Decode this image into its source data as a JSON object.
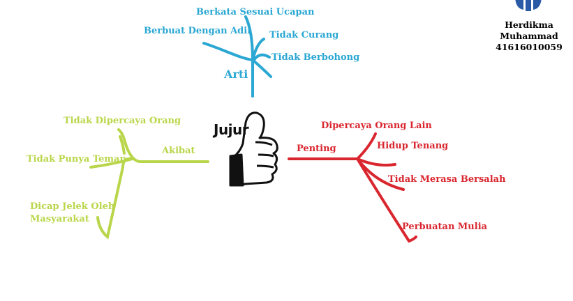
{
  "center": {
    "title": "Jujur"
  },
  "author": {
    "name_line1": "Herdikma",
    "name_line2": "Muhammad",
    "id": "41616010059"
  },
  "colors": {
    "arti": "#2aa7d3",
    "akibat": "#b9d64a",
    "penting": "#d9262f"
  },
  "arti": {
    "label": "Arti",
    "items": [
      "Berkata Sesuai Ucapan",
      "Berbuat Dengan Adil",
      "Tidak Curang",
      "Tidak Berbohong"
    ]
  },
  "akibat": {
    "label": "Akibat",
    "items": [
      "Tidak Dipercaya Orang",
      "Tidak Punya Teman",
      "Dicap Jelek Oleh",
      "Masyarakat"
    ]
  },
  "penting": {
    "label": "Penting",
    "items": [
      "Dipercaya Orang Lain",
      "Hidup Tenang",
      "Tidak Merasa Bersalah",
      "Perbuatan Mulia"
    ]
  }
}
